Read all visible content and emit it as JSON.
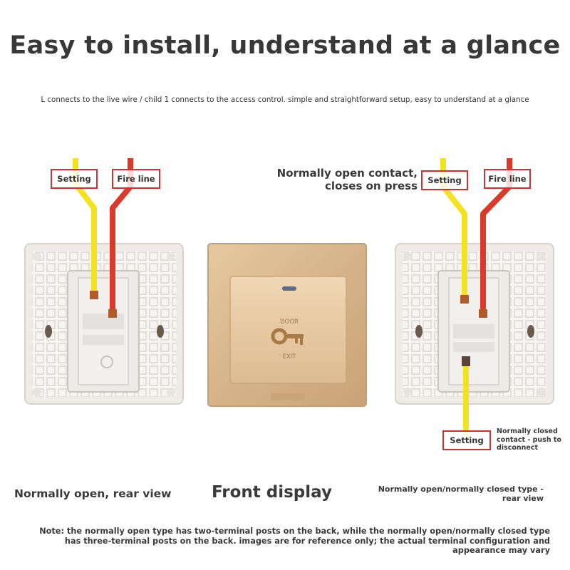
{
  "header": {
    "title": "Easy to install, understand at a glance",
    "subtitle": "L connects to the live wire / child 1 connects to the access control. simple and straightforward setup, easy to understand at a glance"
  },
  "left_panel": {
    "tag_setting": "Setting",
    "tag_fire": "Fire line",
    "caption": "Normally open, rear view"
  },
  "center_panel": {
    "button_top_text": "DOOR",
    "button_bottom_text": "EXIT",
    "caption": "Front display"
  },
  "right_panel": {
    "press_note": "Normally open contact, closes on press",
    "tag_setting": "Setting",
    "tag_fire": "Fire line",
    "tag_setting_bottom": "Setting",
    "nc_note": "Normally closed contact - push to disconnect",
    "caption": "Normally open/normally closed type - rear view"
  },
  "footer": {
    "note": "Note: the normally open type has two-terminal posts on the back, while the normally open/normally closed type has three-terminal posts on the back. images are for reference only; the actual terminal configuration and appearance may vary"
  },
  "colors": {
    "wire_yellow": "#f2e21f",
    "wire_red": "#d93a2a",
    "tag_border": "#d62d2d",
    "panel_white": "#f3f1ee",
    "panel_gold": "#d9b88e"
  },
  "icons": [
    "key-icon",
    "led-indicator-icon"
  ]
}
